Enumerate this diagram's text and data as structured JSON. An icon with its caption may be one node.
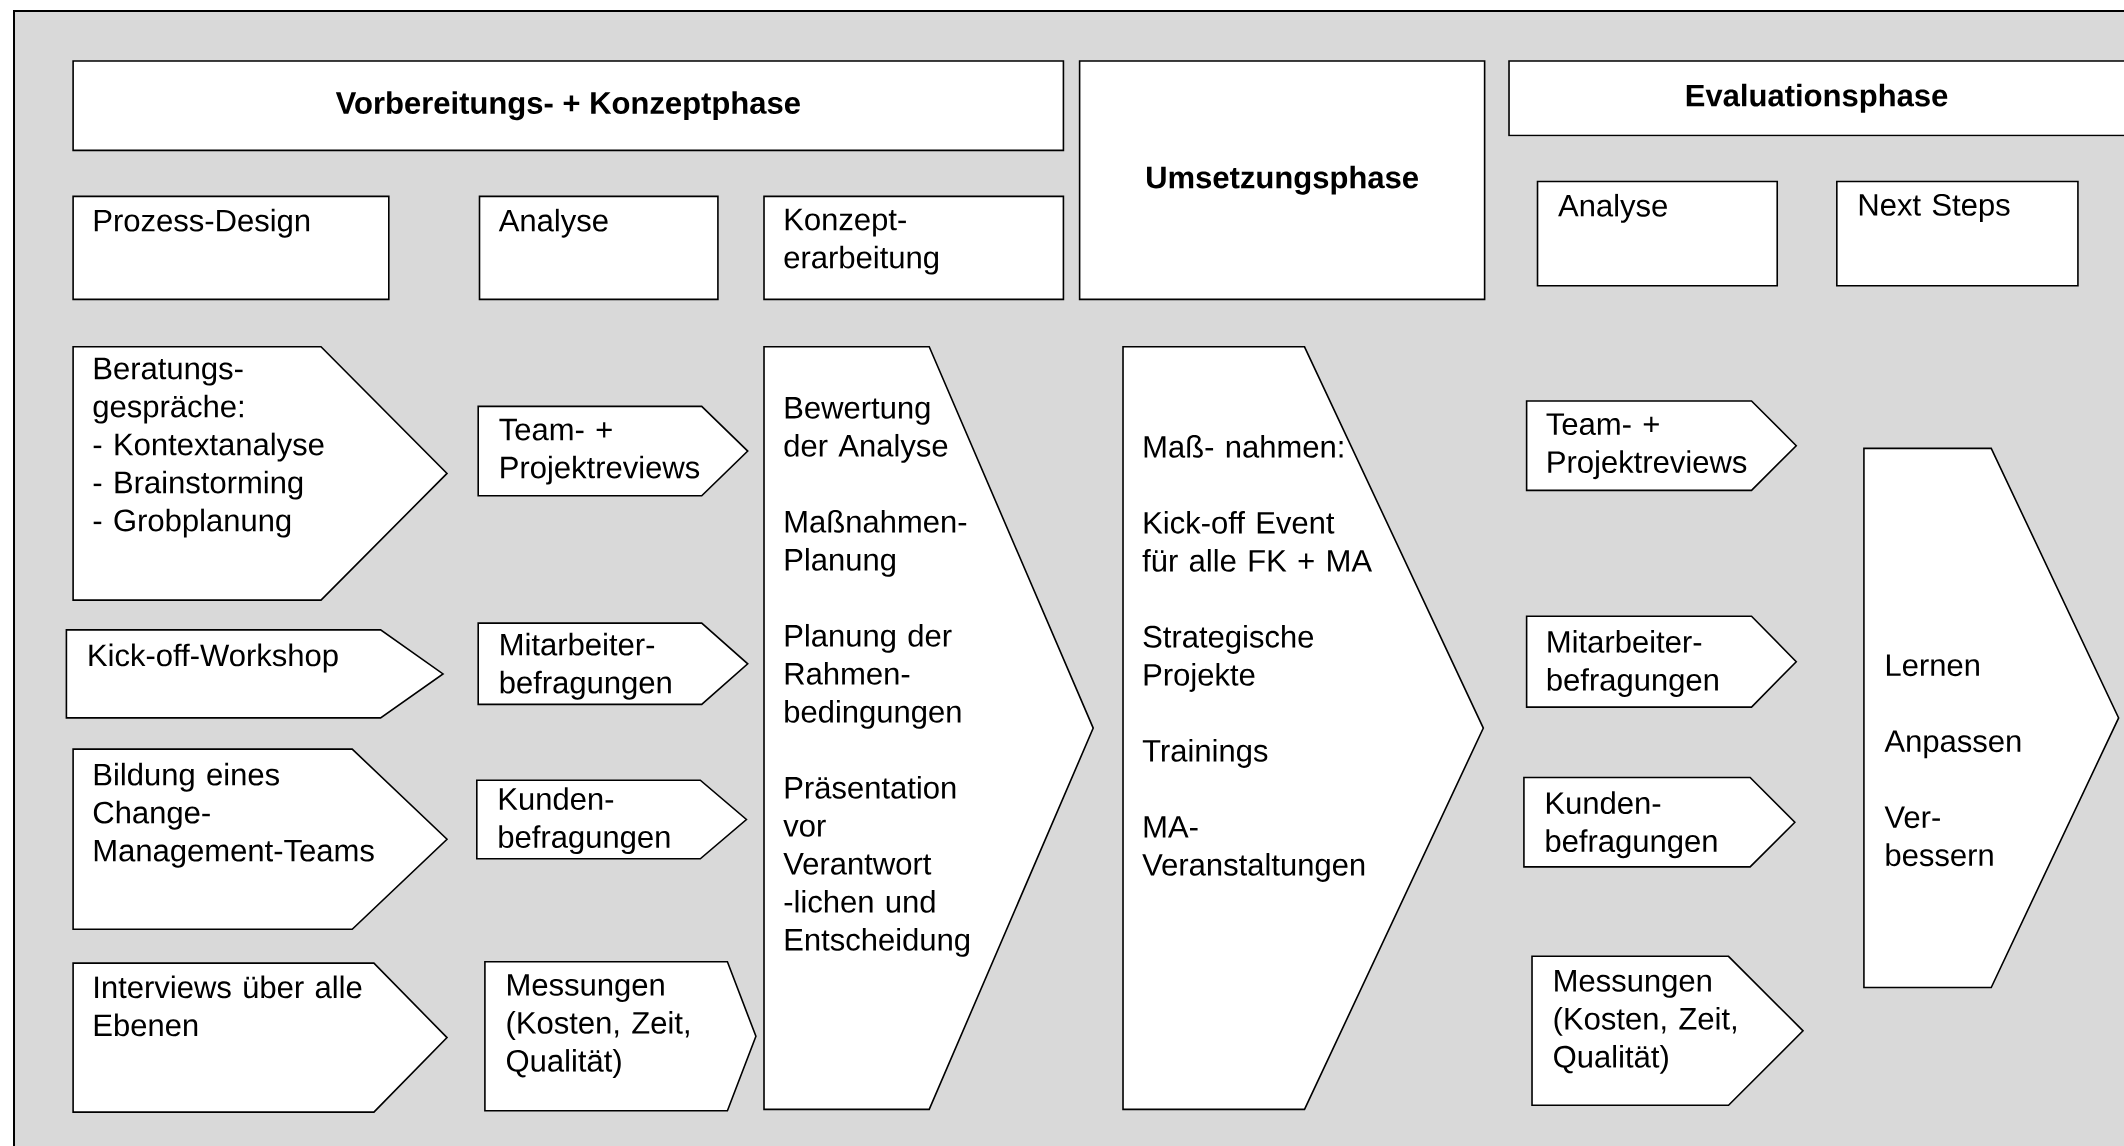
{
  "diagram": {
    "nodes": [
      {
        "text": [
          "Vorbereitungs- + Konzeptphase"
        ]
      },
      {
        "text": [
          "Umsetzungsphase"
        ]
      },
      {
        "text": [
          "Evaluationsphase"
        ]
      },
      {
        "text": [
          "Prozess-Design"
        ]
      },
      {
        "text": [
          "Analyse"
        ]
      },
      {
        "text": [
          "Konzept- erarbeitung"
        ]
      },
      {
        "text": [
          "Analyse"
        ]
      },
      {
        "text": [
          "Next Steps"
        ]
      },
      {
        "text": [
          "Beratungs- gespräche:",
          "- Kontextanalyse",
          "- Brainstorming",
          "- Grobplanung"
        ]
      },
      {
        "text": [
          "Kick-off-Workshop"
        ]
      },
      {
        "text": [
          "Bildung eines Change- Management-Teams"
        ]
      },
      {
        "text": [
          "Interviews über alle Ebenen"
        ]
      },
      {
        "text": [
          "Team- + Projektreviews"
        ]
      },
      {
        "text": [
          "Mitarbeiter- befragungen"
        ]
      },
      {
        "text": [
          "Kunden- befragungen"
        ]
      },
      {
        "text": [
          "Messungen (Kosten, Zeit, Qualität)"
        ]
      },
      {
        "text": [
          "Bewertung der Analyse",
          "Maßnahmen- Planung",
          "Planung der Rahmen- bedingungen",
          "Präsentation vor Verantwort -lichen und Entscheidung"
        ]
      },
      {
        "text": [
          "Maß- nahmen:",
          "Kick-off Event für alle FK + MA",
          "Strategische Projekte",
          "Trainings",
          "MA- Veranstaltungen"
        ]
      },
      {
        "text": [
          "Team- + Projektreviews"
        ]
      },
      {
        "text": [
          "Mitarbeiter- befragungen"
        ]
      },
      {
        "text": [
          "Kunden- befragungen"
        ]
      },
      {
        "text": [
          "Messungen (Kosten, Zeit, Qualität)"
        ]
      },
      {
        "text": [
          "Lernen",
          "Anpassen",
          "Ver- bessern"
        ]
      }
    ],
    "edges": []
  }
}
